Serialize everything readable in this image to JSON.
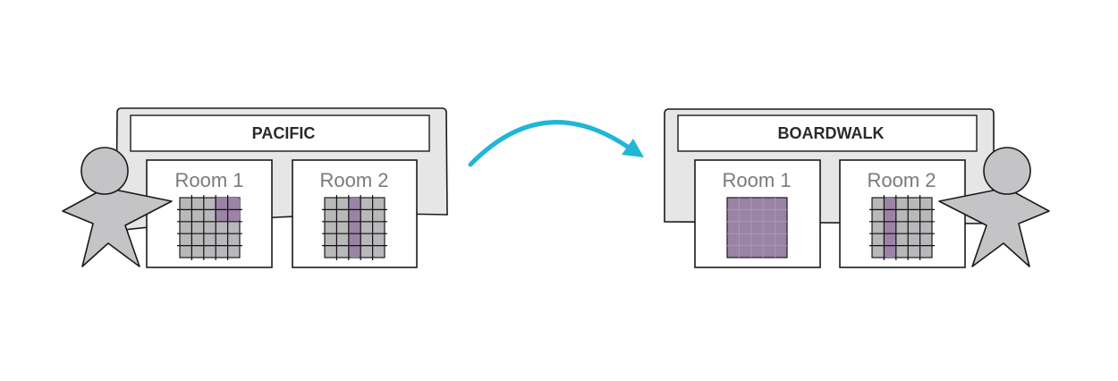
{
  "colors": {
    "panel": "#e6e6e7",
    "grid_bg": "#b8b8ba",
    "highlight": "#9b83a6",
    "figure": "#c4c4c6",
    "arrow": "#1fb6d8"
  },
  "buildings": [
    {
      "name": "PACIFIC",
      "rooms": [
        {
          "label": "Room 1",
          "highlight": "top-right-corner"
        },
        {
          "label": "Room 2",
          "highlight": "middle-column"
        }
      ]
    },
    {
      "name": "BOARDWALK",
      "rooms": [
        {
          "label": "Room 1",
          "highlight": "full-grid"
        },
        {
          "label": "Room 2",
          "highlight": "left-column"
        }
      ]
    }
  ],
  "icons": [
    "person-icon",
    "arrow-icon",
    "person-icon"
  ]
}
